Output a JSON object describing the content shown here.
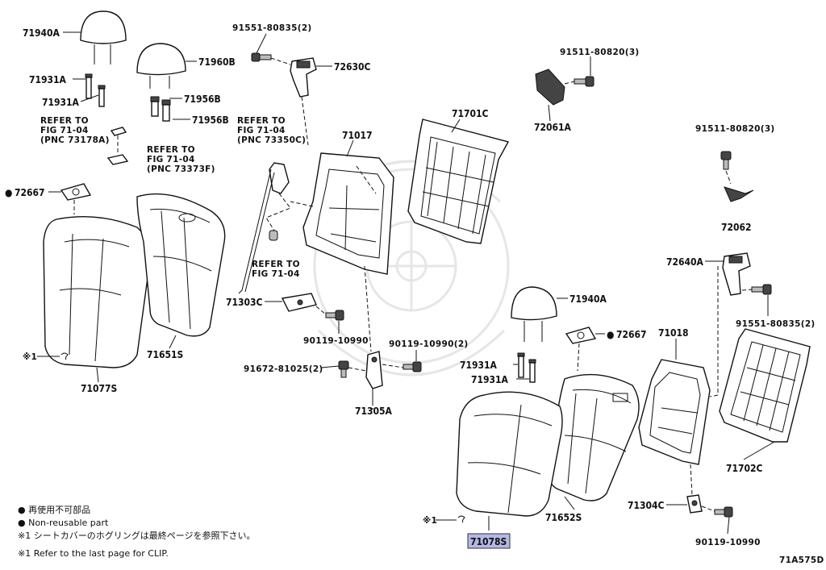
{
  "labels": {
    "headrest_71940A_top": "71940A",
    "headrest_71960B": "71960B",
    "guide_71931A_1": "71931A",
    "guide_71931A_2": "71931A",
    "guide_71956B_1": "71956B",
    "guide_71956B_2": "71956B",
    "bolt_91551_top": "91551-80835(2)",
    "hinge_72630C": "72630C",
    "bolt_91511_top": "91511-80820(3)",
    "bracket_72061A": "72061A",
    "bolt_91511_right": "91511-80820(3)",
    "part_72062": "72062",
    "part_71701C": "71701C",
    "frame_71017": "71017",
    "cover_72667_left": "72667",
    "pad_71651S": "71651S",
    "cover_71077S": "71077S",
    "bracket_71303C": "71303C",
    "bolt_90119_left": "90119-10990",
    "bolt_90119_mid": "90119-10990(2)",
    "bolt_91672": "91672-81025(2)",
    "bracket_71305A": "71305A",
    "hinge_72640A": "72640A",
    "bolt_91551_right": "91551-80835(2)",
    "headrest_71940A_right": "71940A",
    "cover_72667_right": "72667",
    "guide_71931A_3": "71931A",
    "guide_71931A_4": "71931A",
    "frame_71018": "71018",
    "part_71702C": "71702C",
    "pad_71652S": "71652S",
    "bracket_71304C": "71304C",
    "bolt_90119_right": "90119-10990",
    "cover_71078S": "71078S",
    "clip_left": "※1",
    "clip_right": "※1",
    "diagram_code": "71A575D"
  },
  "refs": {
    "ref_a": [
      "REFER TO",
      "FIG 71-04",
      "(PNC 73178A)"
    ],
    "ref_b": [
      "REFER TO",
      "FIG 71-04",
      "(PNC 73373F)"
    ],
    "ref_c": [
      "REFER TO",
      "FIG 71-04",
      "(PNC 73350C)"
    ],
    "ref_d": [
      "REFER TO",
      "FIG 71-04"
    ]
  },
  "legend": {
    "line1": "● 再使用不可部品",
    "line2": "● Non-reusable part",
    "line3": "※1 シートカバーのホグリングは最終ページを参照下さい。",
    "line4": "※1 Refer to the last page for CLIP."
  },
  "non_reusable_marker": "●",
  "highlight_color": "#b4b8e6"
}
